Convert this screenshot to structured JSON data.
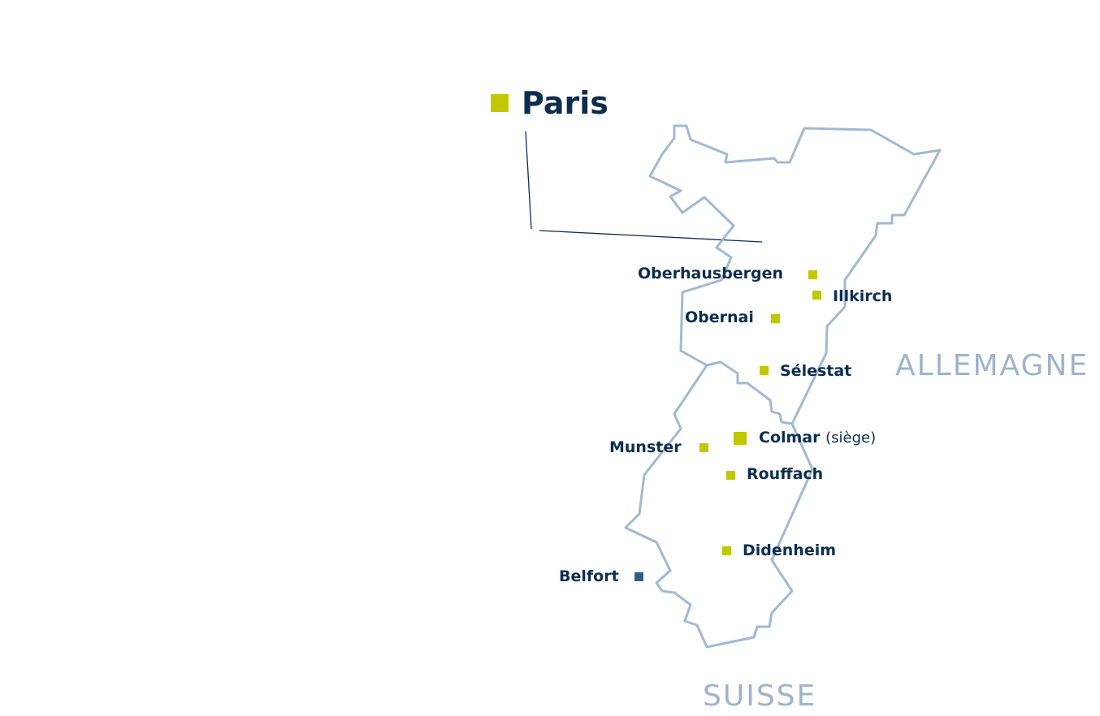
{
  "colors": {
    "marker": "#bfc800",
    "marker_alt": "#2a5f8a",
    "text": "#0d2d4f",
    "border": "#a3b8d0",
    "country": "#9fb3ca"
  },
  "cities": {
    "paris": "Paris",
    "oberhausbergen": "Oberhausbergen",
    "illkirch": "Illkirch",
    "obernai": "Obernai",
    "selestat": "Sélestat",
    "colmar": "Colmar",
    "colmar_note": "(siège)",
    "munster": "Munster",
    "rouffach": "Rouffach",
    "didenheim": "Didenheim",
    "belfort": "Belfort"
  },
  "countries": {
    "germany": "ALLEMAGNE",
    "switzerland": "SUISSE"
  }
}
